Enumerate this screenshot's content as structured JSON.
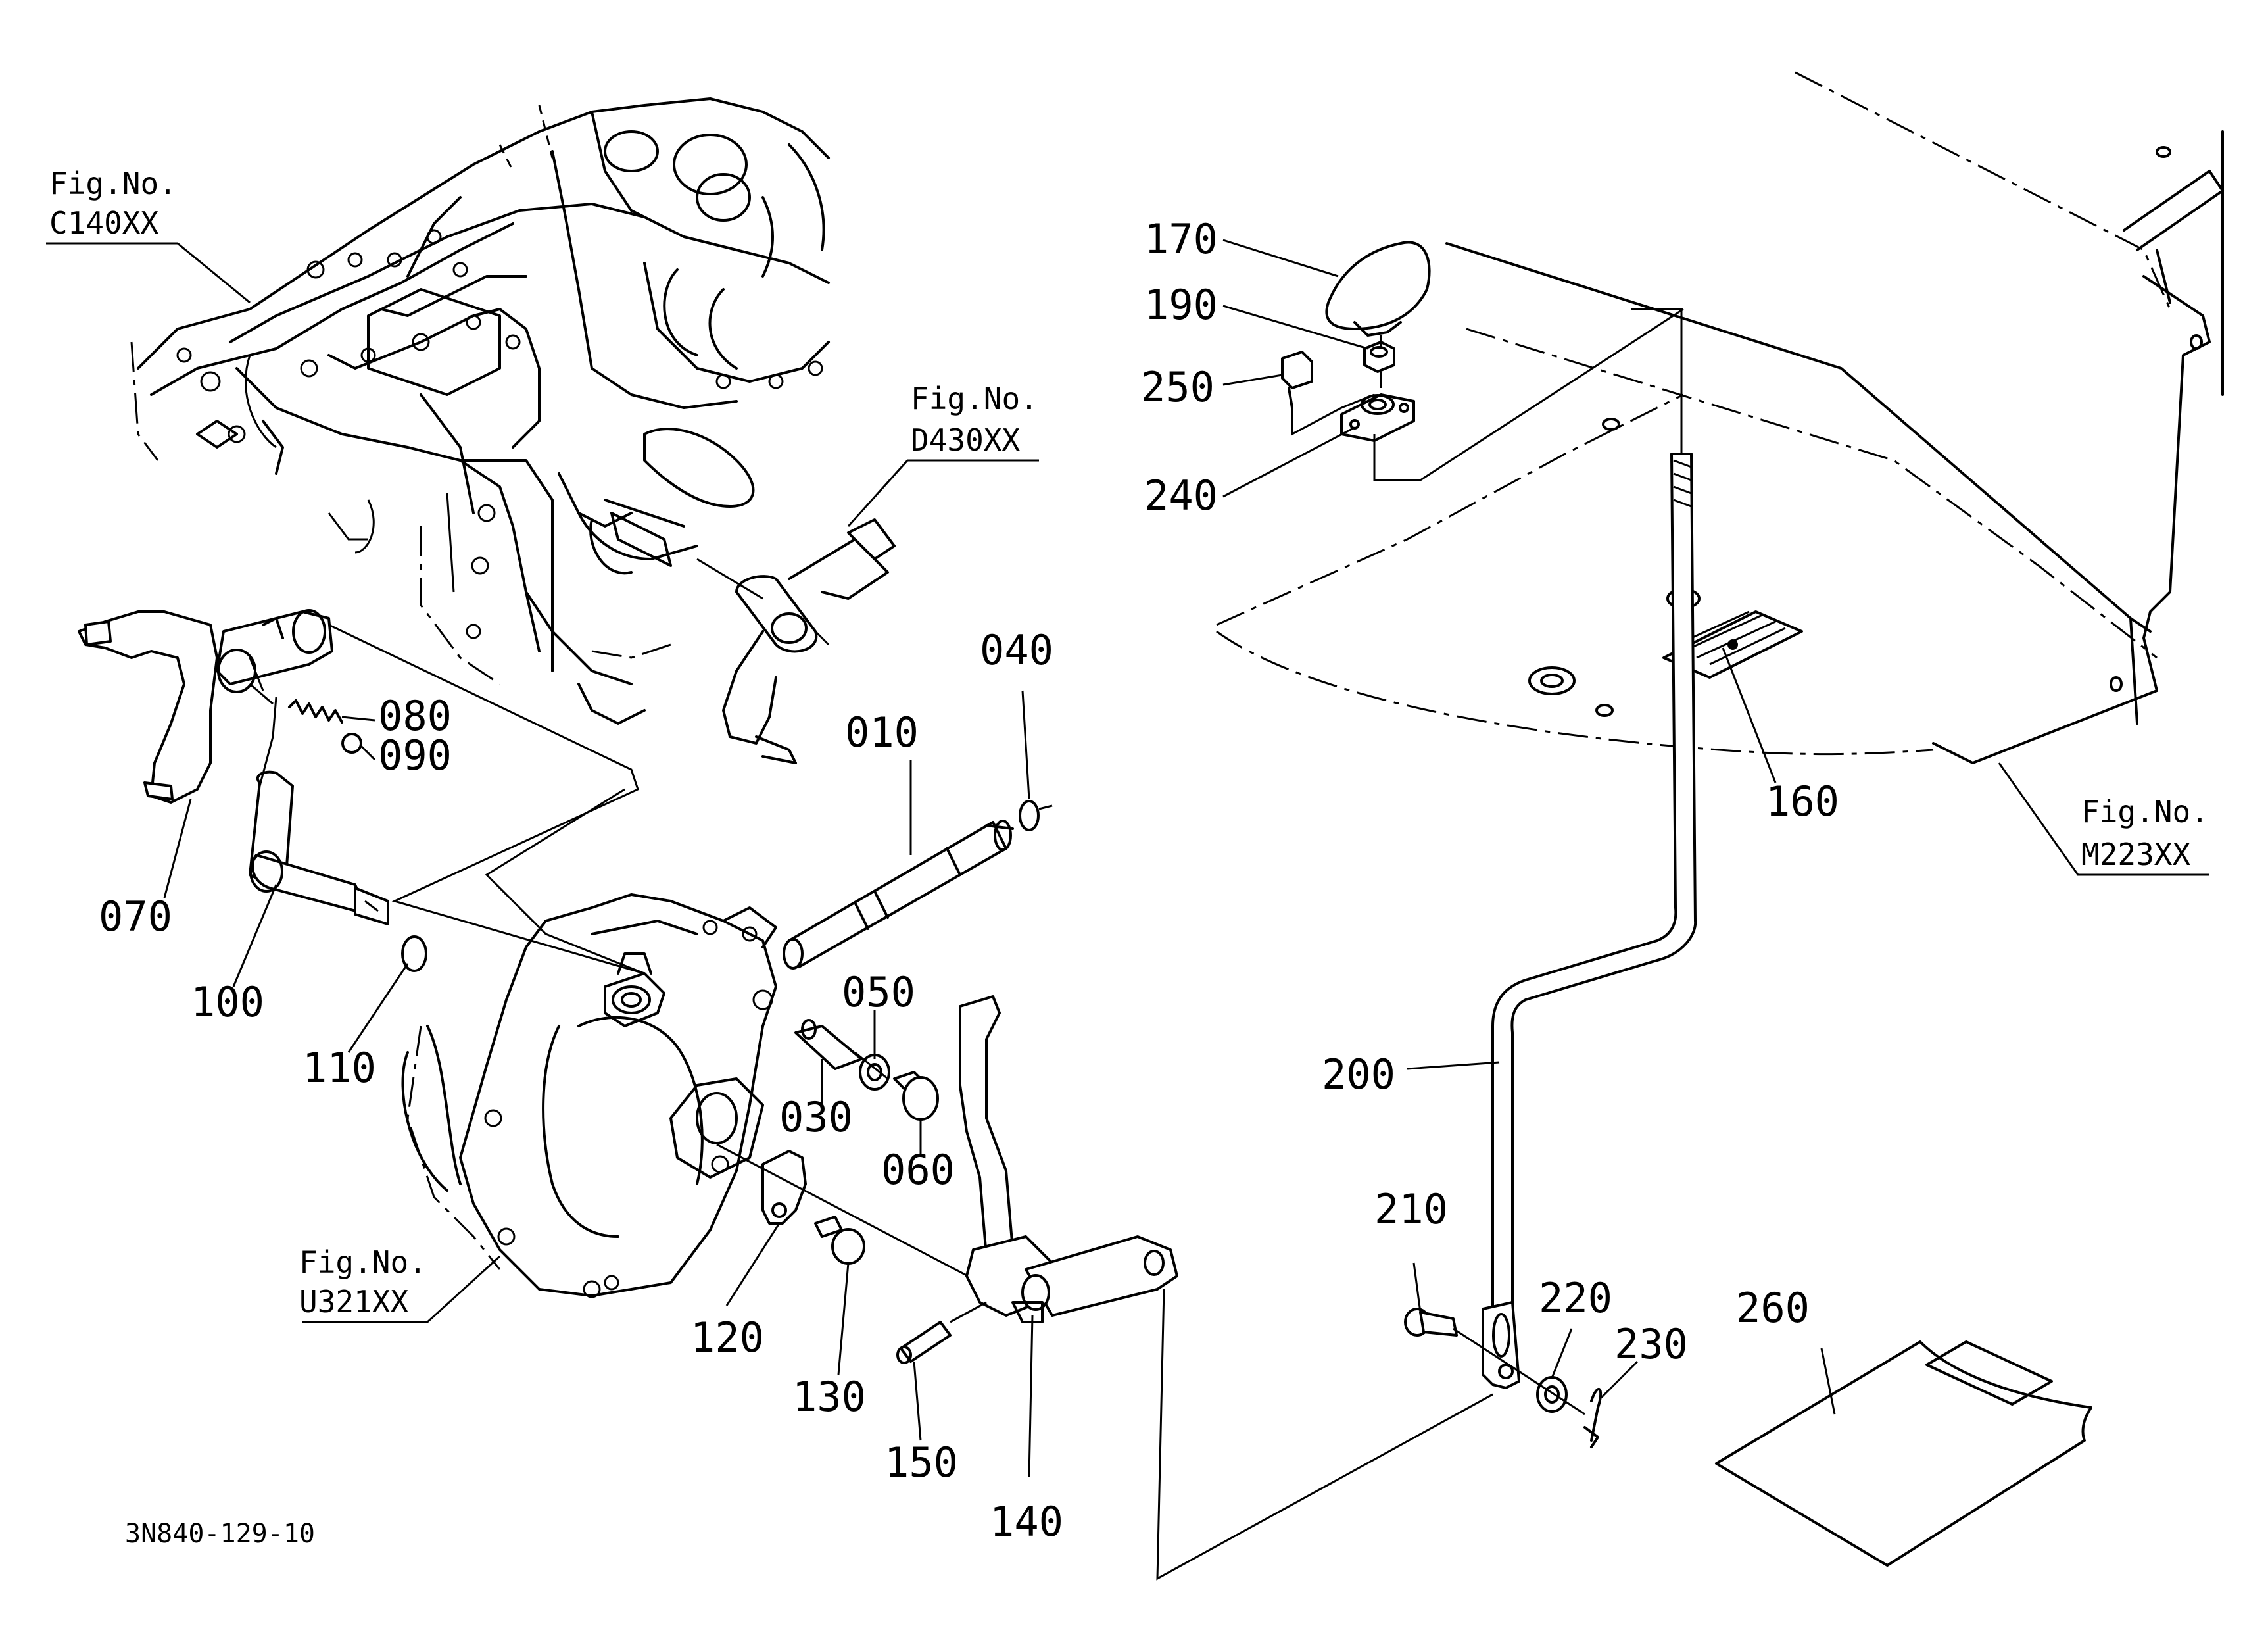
{
  "figure_refs": [
    {
      "line1": "Fig.No.",
      "line2": "C140XX"
    },
    {
      "line1": "Fig.No.",
      "line2": "D430XX"
    },
    {
      "line1": "Fig.No.",
      "line2": "M223XX"
    },
    {
      "line1": "Fig.No.",
      "line2": "U321XX"
    }
  ],
  "part_numbers": [
    "010",
    "030",
    "040",
    "050",
    "060",
    "070",
    "080",
    "090",
    "100",
    "110",
    "120",
    "130",
    "140",
    "150",
    "160",
    "170",
    "190",
    "200",
    "210",
    "220",
    "230",
    "240",
    "250",
    "260"
  ],
  "drawing_code": "3N840-129-10"
}
